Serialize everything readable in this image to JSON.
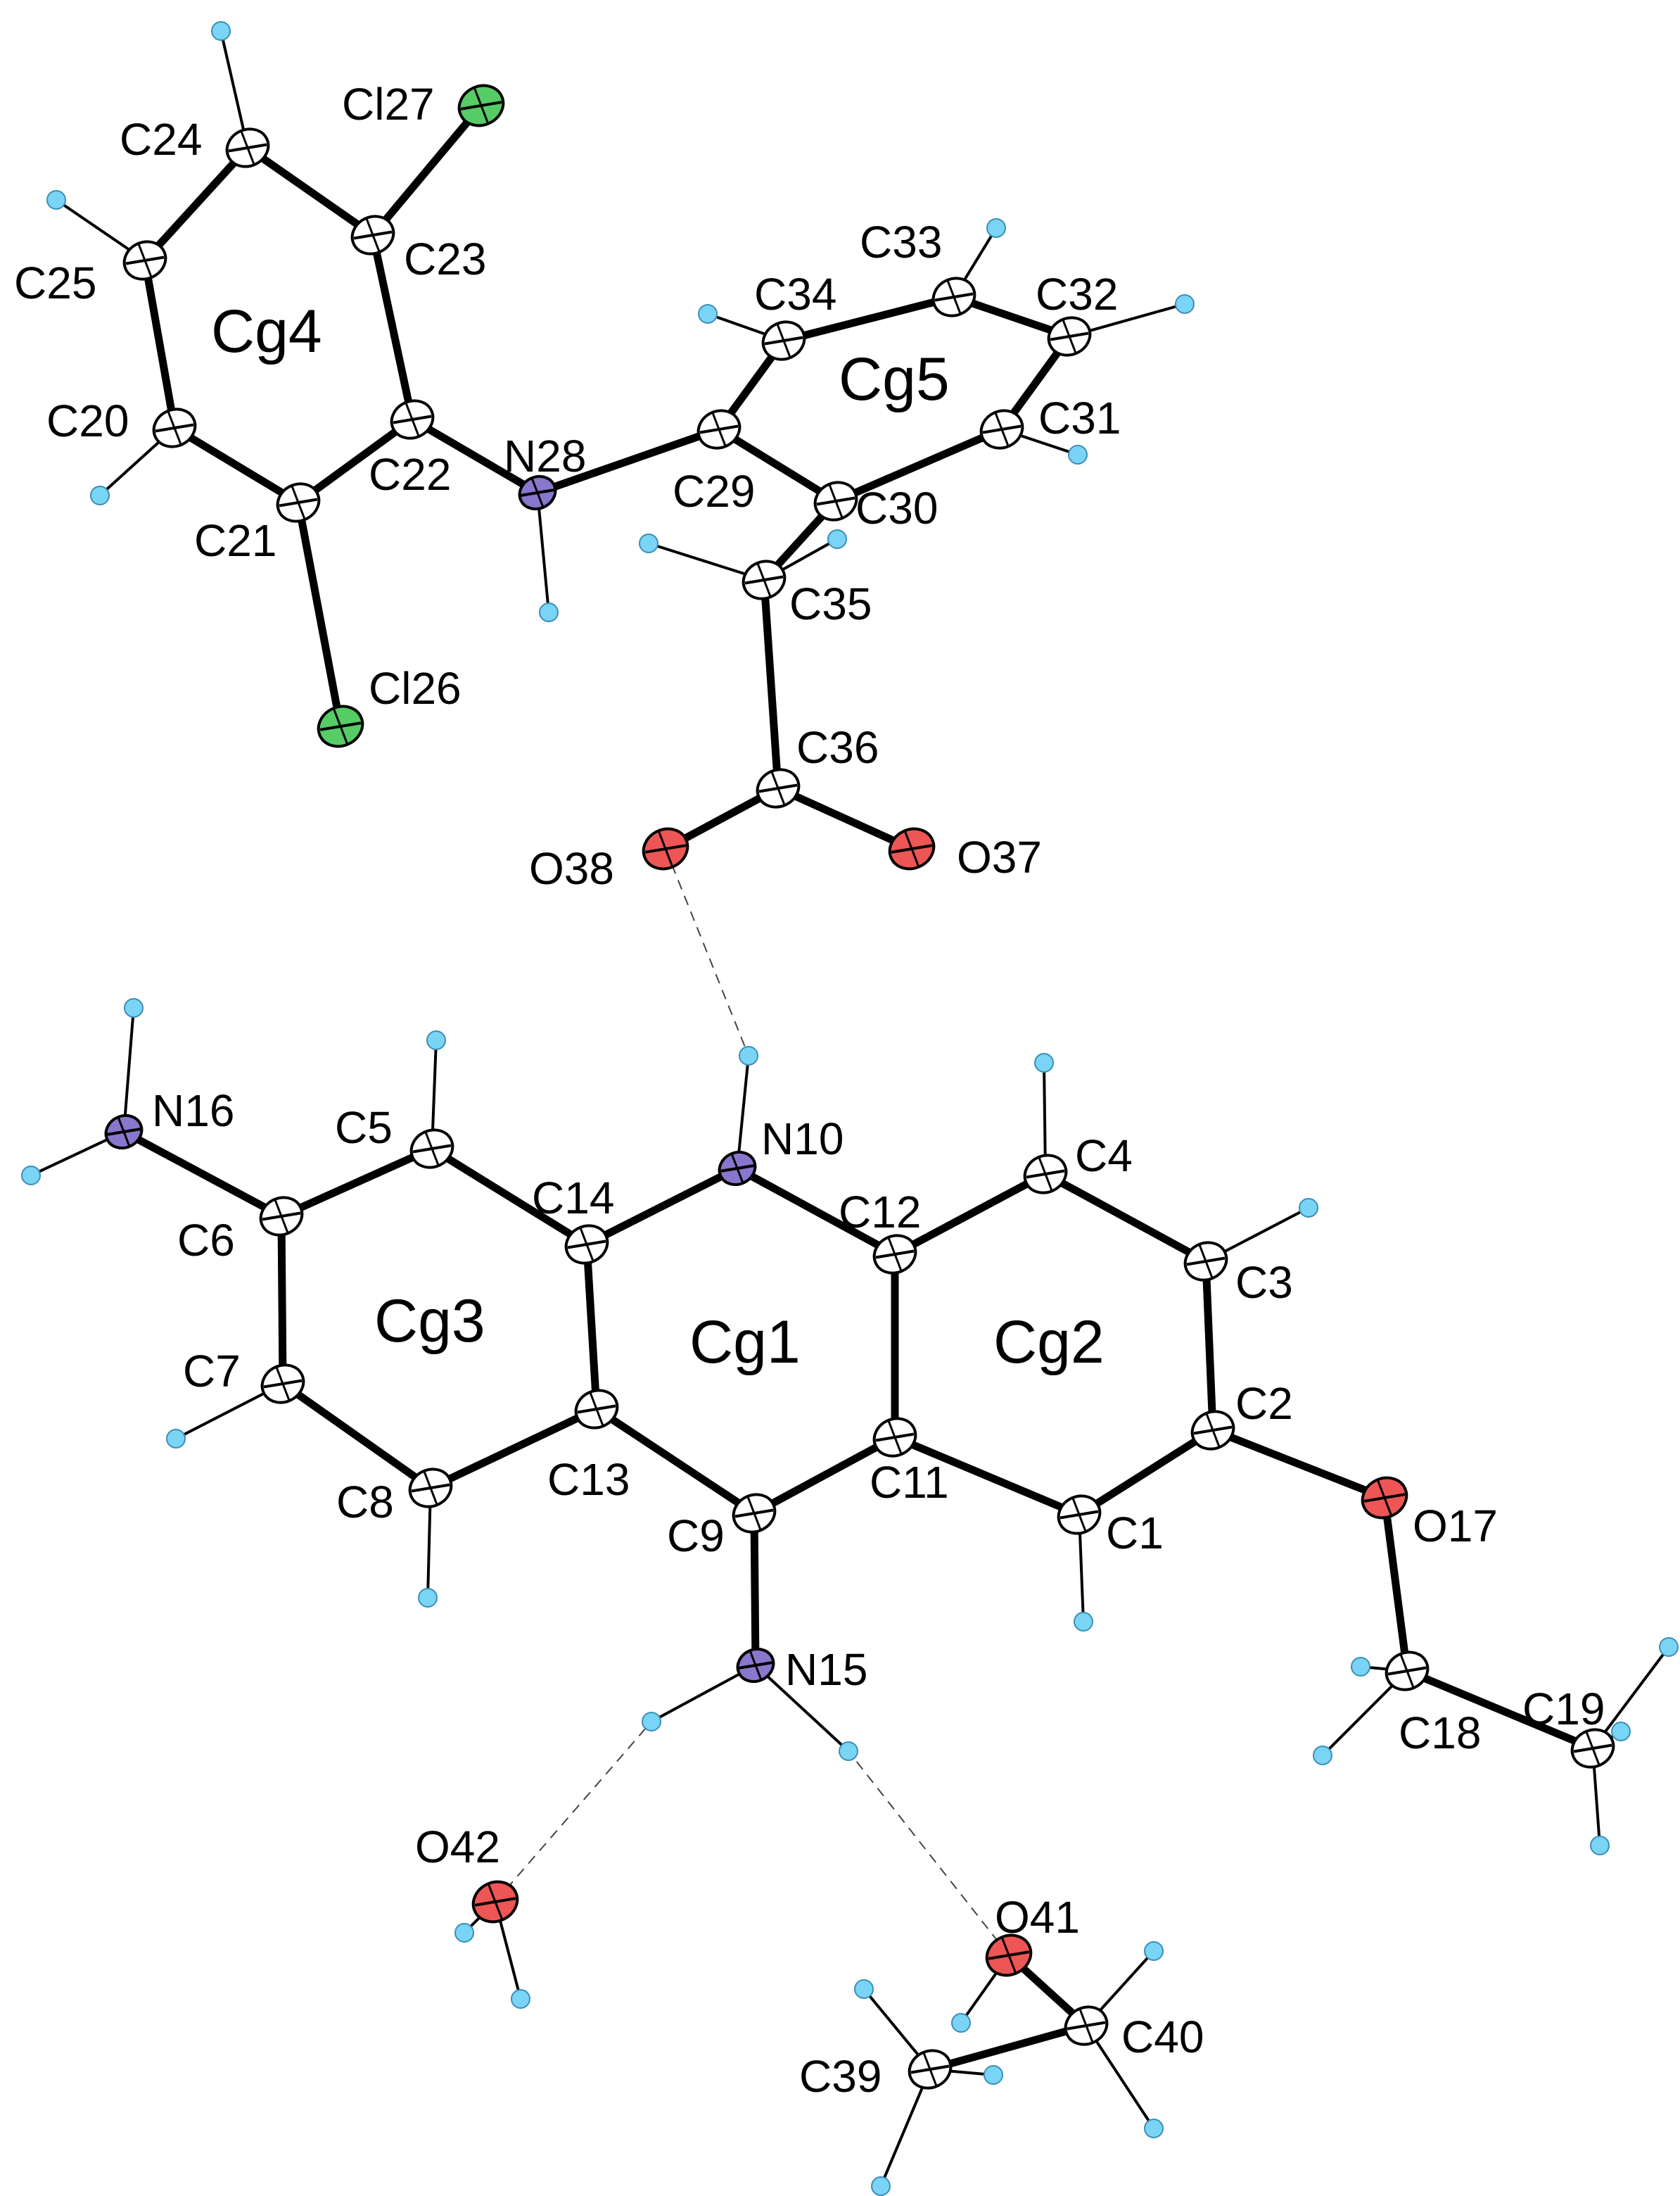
{
  "colors": {
    "C": "#ffffff",
    "N": "#8877cc",
    "O": "#ee5555",
    "Cl": "#55cc66",
    "H": "#7ad4f5",
    "bond": "#000000"
  },
  "atoms": [
    {
      "id": "Cl27",
      "el": "Cl",
      "label": "Cl27"
    },
    {
      "id": "C24",
      "el": "C",
      "label": "C24"
    },
    {
      "id": "C23",
      "el": "C",
      "label": "C23"
    },
    {
      "id": "C25",
      "el": "C",
      "label": "C25"
    },
    {
      "id": "C20",
      "el": "C",
      "label": "C20"
    },
    {
      "id": "C21",
      "el": "C",
      "label": "C21"
    },
    {
      "id": "C22",
      "el": "C",
      "label": "C22"
    },
    {
      "id": "N28",
      "el": "N",
      "label": "N28"
    },
    {
      "id": "Cl26",
      "el": "Cl",
      "label": "Cl26"
    },
    {
      "id": "C29",
      "el": "C",
      "label": "C29"
    },
    {
      "id": "C30",
      "el": "C",
      "label": "C30"
    },
    {
      "id": "C34",
      "el": "C",
      "label": "C34"
    },
    {
      "id": "C33",
      "el": "C",
      "label": "C33"
    },
    {
      "id": "C32",
      "el": "C",
      "label": "C32"
    },
    {
      "id": "C31",
      "el": "C",
      "label": "C31"
    },
    {
      "id": "C35",
      "el": "C",
      "label": "C35"
    },
    {
      "id": "C36",
      "el": "C",
      "label": "C36"
    },
    {
      "id": "O38",
      "el": "O",
      "label": "O38"
    },
    {
      "id": "O37",
      "el": "O",
      "label": "O37"
    },
    {
      "id": "N16",
      "el": "N",
      "label": "N16"
    },
    {
      "id": "C5",
      "el": "C",
      "label": "C5"
    },
    {
      "id": "C6",
      "el": "C",
      "label": "C6"
    },
    {
      "id": "C7",
      "el": "C",
      "label": "C7"
    },
    {
      "id": "C8",
      "el": "C",
      "label": "C8"
    },
    {
      "id": "C13",
      "el": "C",
      "label": "C13"
    },
    {
      "id": "C14",
      "el": "C",
      "label": "C14"
    },
    {
      "id": "N10",
      "el": "N",
      "label": "N10"
    },
    {
      "id": "C12",
      "el": "C",
      "label": "C12"
    },
    {
      "id": "C4",
      "el": "C",
      "label": "C4"
    },
    {
      "id": "C3",
      "el": "C",
      "label": "C3"
    },
    {
      "id": "C2",
      "el": "C",
      "label": "C2"
    },
    {
      "id": "C1",
      "el": "C",
      "label": "C1"
    },
    {
      "id": "C11",
      "el": "C",
      "label": "C11"
    },
    {
      "id": "C9",
      "el": "C",
      "label": "C9"
    },
    {
      "id": "N15",
      "el": "N",
      "label": "N15"
    },
    {
      "id": "O17",
      "el": "O",
      "label": "O17"
    },
    {
      "id": "C18",
      "el": "C",
      "label": "C18"
    },
    {
      "id": "C19",
      "el": "C",
      "label": "C19"
    },
    {
      "id": "O42",
      "el": "O",
      "label": "O42"
    },
    {
      "id": "O41",
      "el": "O",
      "label": "O41"
    },
    {
      "id": "C40",
      "el": "C",
      "label": "C40"
    },
    {
      "id": "C39",
      "el": "C",
      "label": "C39"
    }
  ],
  "rings": [
    {
      "id": "Cg4",
      "label": "Cg4"
    },
    {
      "id": "Cg5",
      "label": "Cg5"
    },
    {
      "id": "Cg3",
      "label": "Cg3"
    },
    {
      "id": "Cg1",
      "label": "Cg1"
    },
    {
      "id": "Cg2",
      "label": "Cg2"
    }
  ],
  "bonds": [
    [
      "C24",
      "C23"
    ],
    [
      "C24",
      "C25"
    ],
    [
      "C25",
      "C20"
    ],
    [
      "C20",
      "C21"
    ],
    [
      "C21",
      "C22"
    ],
    [
      "C22",
      "C23"
    ],
    [
      "C23",
      "Cl27"
    ],
    [
      "C21",
      "Cl26"
    ],
    [
      "C22",
      "N28"
    ],
    [
      "N28",
      "C29"
    ],
    [
      "C29",
      "C34"
    ],
    [
      "C34",
      "C33"
    ],
    [
      "C33",
      "C32"
    ],
    [
      "C32",
      "C31"
    ],
    [
      "C31",
      "C30"
    ],
    [
      "C30",
      "C29"
    ],
    [
      "C30",
      "C35"
    ],
    [
      "C35",
      "C36"
    ],
    [
      "C36",
      "O38"
    ],
    [
      "C36",
      "O37"
    ],
    [
      "N16",
      "C6"
    ],
    [
      "C6",
      "C5"
    ],
    [
      "C6",
      "C7"
    ],
    [
      "C7",
      "C8"
    ],
    [
      "C8",
      "C13"
    ],
    [
      "C13",
      "C14"
    ],
    [
      "C14",
      "C5"
    ],
    [
      "C14",
      "N10"
    ],
    [
      "N10",
      "C12"
    ],
    [
      "C12",
      "C11"
    ],
    [
      "C11",
      "C9"
    ],
    [
      "C9",
      "C13"
    ],
    [
      "C12",
      "C4"
    ],
    [
      "C4",
      "C3"
    ],
    [
      "C3",
      "C2"
    ],
    [
      "C2",
      "C1"
    ],
    [
      "C1",
      "C11"
    ],
    [
      "C9",
      "N15"
    ],
    [
      "C2",
      "O17"
    ],
    [
      "O17",
      "C18"
    ],
    [
      "C18",
      "C19"
    ],
    [
      "O41",
      "C40"
    ],
    [
      "C40",
      "C39"
    ]
  ],
  "hydrogen_bonds": [
    [
      "O38",
      "H10"
    ],
    [
      "O42",
      "H15a"
    ],
    [
      "O41",
      "H15b"
    ]
  ]
}
